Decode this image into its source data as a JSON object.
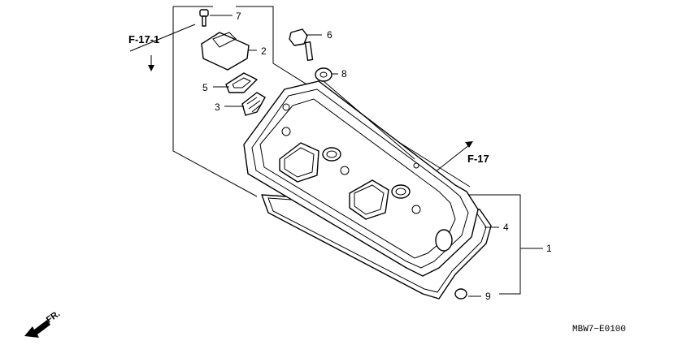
{
  "callouts": {
    "c1": "1",
    "c2": "2",
    "c3": "3",
    "c4": "4",
    "c5": "5",
    "c6": "6",
    "c7": "7",
    "c8": "8",
    "c9": "9"
  },
  "references": {
    "f17_1": "F-17-1",
    "f17": "F-17"
  },
  "direction_label": "FR.",
  "diagram_code": "MBW7−E0100"
}
